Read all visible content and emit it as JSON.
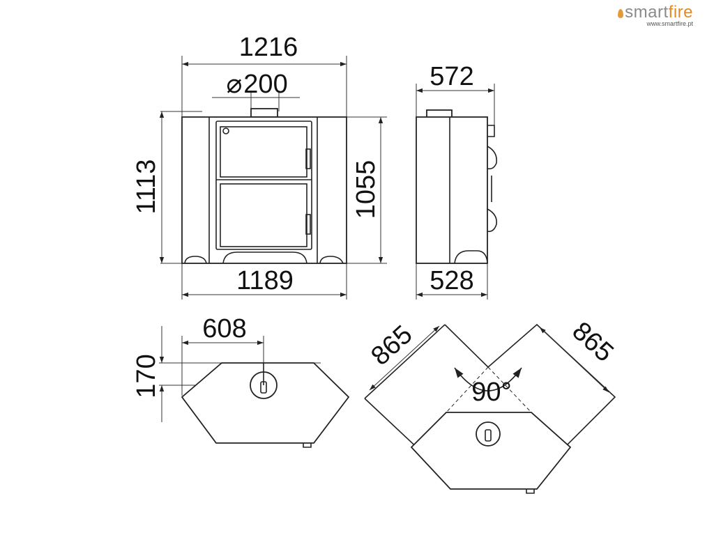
{
  "brand": {
    "name_part1": "smart",
    "name_part2": "fire",
    "url": "www.smartfire.pt"
  },
  "front_view": {
    "overall_width": "1216",
    "flue_diameter_symbol": "⌀",
    "flue_diameter": "200",
    "height_total": "1113",
    "height_body": "1055",
    "base_width": "1189"
  },
  "side_view": {
    "top_depth": "572",
    "base_depth": "528"
  },
  "top_view": {
    "flue_offset_x": "608",
    "flue_offset_y": "170"
  },
  "corner_view": {
    "side_a": "865",
    "side_b": "865",
    "angle": "90°"
  },
  "colors": {
    "line": "#222222",
    "logo_accent": "#e08a2a",
    "logo_gray": "#8a8a8a"
  }
}
